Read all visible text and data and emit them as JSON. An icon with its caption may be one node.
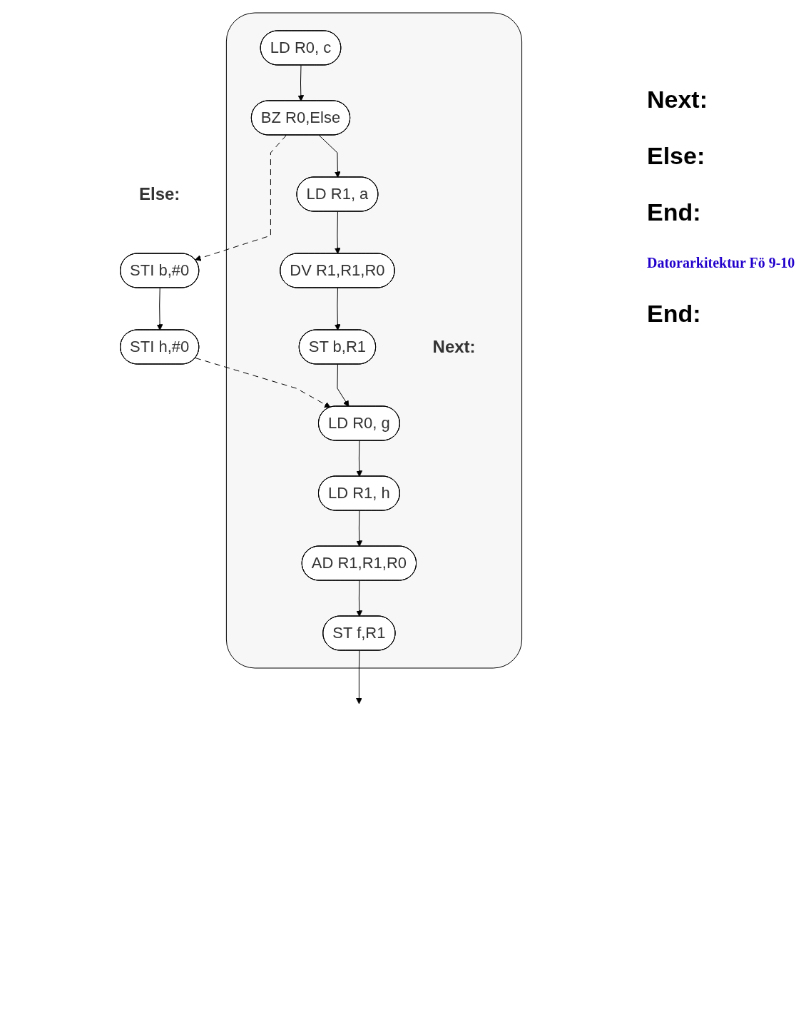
{
  "diagram": {
    "nodes": [
      {
        "text": [],
        "shape": "box"
      },
      {
        "text": [
          "LD R0, c"
        ],
        "in": 0
      },
      {
        "text": [
          "BZ R0,Else"
        ],
        "in": 0
      },
      {
        "text": [
          "LD R1, a"
        ],
        "in": 0
      },
      {
        "text": [
          "DV R1,R1,R0"
        ],
        "in": 0
      },
      {
        "text": [
          "ST b,R1"
        ],
        "in": 0
      },
      {
        "text": [
          "STI b,#0"
        ],
        "beside": [
          "Else:"
        ]
      },
      {
        "text": [
          "STI h,#0"
        ]
      },
      {
        "text": [
          "LD R0, g"
        ],
        "in": 0,
        "beside": [
          "Next:"
        ]
      },
      {
        "text": [
          "LD R1, h"
        ],
        "in": 0
      },
      {
        "text": [
          "AD R1,R1,R0"
        ],
        "in": 0
      },
      {
        "text": [
          "ST f,R1"
        ],
        "in": 0
      }
    ],
    "edges": [
      {
        "from": 1,
        "to": 2,
        "arrow": "to"
      },
      {
        "from": 2,
        "to": 3,
        "arrow": "to"
      },
      {
        "from": 2,
        "to": 6,
        "arrow": "to",
        "style": "dashed"
      },
      {
        "from": 3,
        "to": 4,
        "arrow": "to"
      },
      {
        "from": 4,
        "to": 5,
        "arrow": "to"
      },
      {
        "from": 6,
        "to": 7,
        "arrow": "to"
      },
      {
        "from": 7,
        "to": 8,
        "arrow": "to",
        "style": "dashed"
      },
      {
        "from": 5,
        "to": 8,
        "arrow": "to"
      },
      {
        "from": 8,
        "to": 9,
        "arrow": "to"
      },
      {
        "from": 9,
        "to": 10,
        "arrow": "to"
      },
      {
        "from": 10,
        "to": 11,
        "arrow": "to"
      },
      {
        "from": 11,
        "to": null,
        "arrow": "to"
      }
    ],
    "labels": [
      "Next:",
      "Else:",
      "End:",
      "Datorarkitektur Fö 9-10",
      "End:"
    ]
  }
}
